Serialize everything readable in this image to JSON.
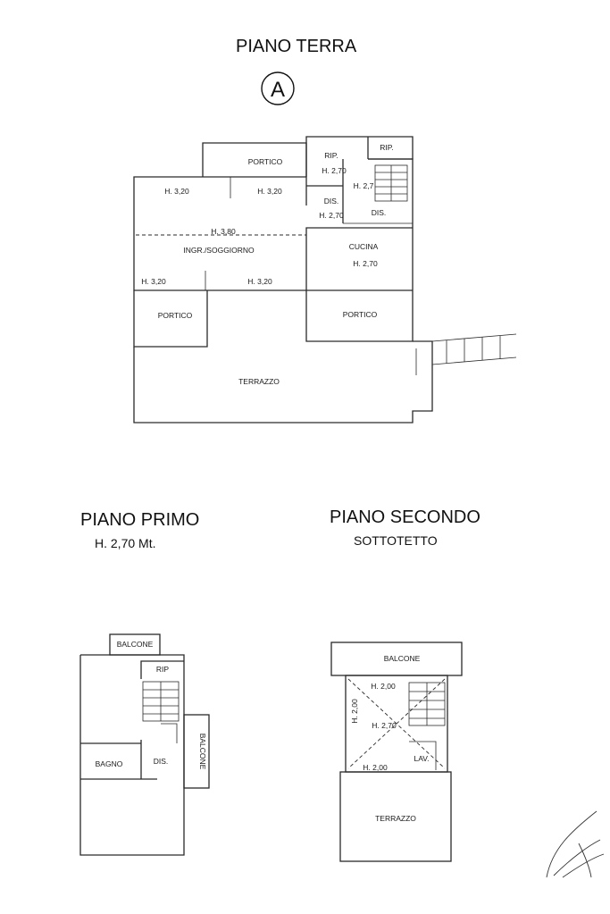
{
  "ground_floor": {
    "title": "PIANO TERRA",
    "badge": "A",
    "rooms": {
      "portico_top": "PORTICO",
      "rip_1": "RIP.",
      "rip_1_height": "H. 2,70",
      "rip_2": "RIP.",
      "stair_height": "H. 2,7",
      "h_left_top": "H. 3,20",
      "h_mid_top": "H. 3,20",
      "dis_1": "DIS.",
      "dis_1_height": "H. 2,70",
      "dis_2": "DIS.",
      "h_center": "H. 3,80",
      "soggiorno": "INGR./SOGGIORNO",
      "cucina": "CUCINA",
      "cucina_height": "H. 2,70",
      "h_left_bottom": "H. 3,20",
      "h_mid_bottom": "H. 3,20",
      "portico_left": "PORTICO",
      "portico_right": "PORTICO",
      "terrazzo": "TERRAZZO"
    }
  },
  "first_floor": {
    "title": "PIANO PRIMO",
    "subtitle": "H. 2,70 Mt.",
    "rooms": {
      "balcone_top": "BALCONE",
      "rip": "RIP",
      "bagno": "BAGNO",
      "dis": "DIS.",
      "balcone_side": "BALCONE"
    }
  },
  "second_floor": {
    "title": "PIANO SECONDO",
    "subtitle": "SOTTOTETTO",
    "rooms": {
      "balcone": "BALCONE",
      "h_top": "H. 2,00",
      "h_left": "H. 2,00",
      "h_center": "H. 2,70",
      "lav": "LAV.",
      "h_bottom": "H. 2,00",
      "terrazzo": "TERRAZZO"
    }
  }
}
